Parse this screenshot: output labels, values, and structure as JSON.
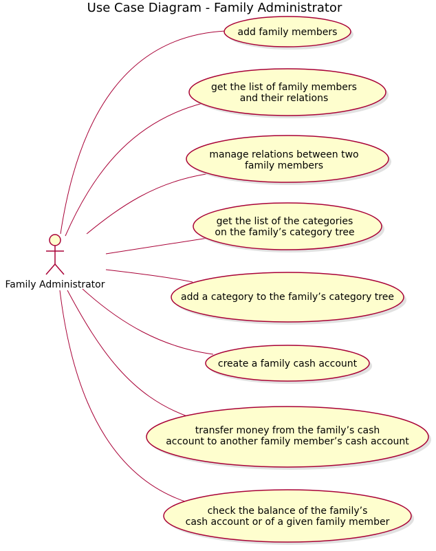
{
  "diagram": {
    "title": "Use Case Diagram - Family Administrator",
    "actor": {
      "name": "Family Administrator"
    },
    "use_cases": [
      {
        "lines": [
          "add family members"
        ]
      },
      {
        "lines": [
          "get the list of family members",
          "and their relations"
        ]
      },
      {
        "lines": [
          "manage relations between two",
          "family members"
        ]
      },
      {
        "lines": [
          "get the list of the categories",
          "on the family’s category tree"
        ]
      },
      {
        "lines": [
          "add a category to the family’s category tree"
        ]
      },
      {
        "lines": [
          "create a family cash account"
        ]
      },
      {
        "lines": [
          "transfer money from the family’s cash",
          "account to another family member’s cash account"
        ]
      },
      {
        "lines": [
          "check the balance of the family’s",
          "cash account or of a given family member"
        ]
      }
    ],
    "colors": {
      "use_case_fill": "#FEFECE",
      "border": "#A80036"
    }
  }
}
